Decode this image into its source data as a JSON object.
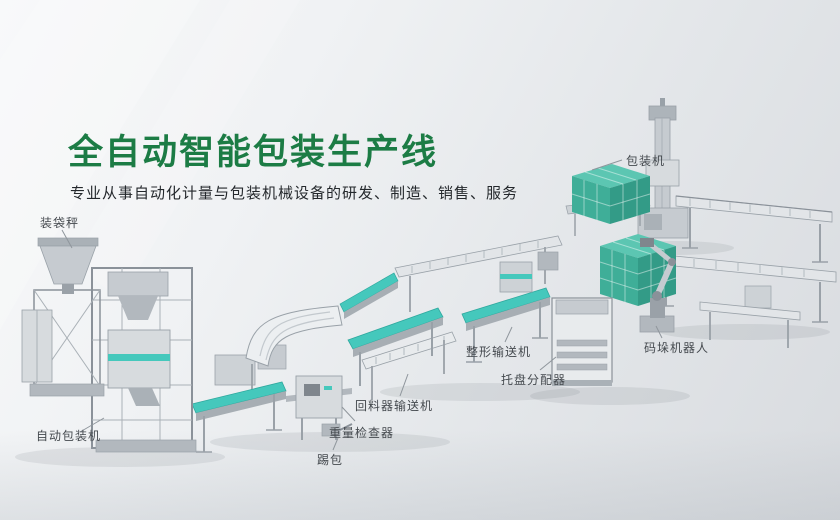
{
  "hero": {
    "title": "全自动智能包装生产线",
    "subtitle": "专业从事自动化计量与包装机械设备的研发、制造、销售、服务"
  },
  "labels": {
    "bagging_scale": "装袋秤",
    "packing_machine": "包装机",
    "auto_packing_machine": "自动包装机",
    "bag_kicker": "踢包",
    "weight_checker": "重量检查器",
    "return_feeder_conveyor": "回料器输送机",
    "shaping_conveyor": "整形输送机",
    "pallet_dispenser": "托盘分配器",
    "palletizing_robot": "码垛机器人"
  },
  "colors": {
    "title_green": "#1c7c45",
    "belt_teal": "#45c8bc",
    "carton_teal_top": "#5cc6b2",
    "carton_teal_front": "#3fae98",
    "carton_teal_side": "#339b87",
    "machine_gray": "#c6cbd0",
    "frame_gray": "#8a9199",
    "label_text": "#44494e",
    "background_light": "#f8f9fa",
    "background_dark": "#d8dbdf"
  }
}
